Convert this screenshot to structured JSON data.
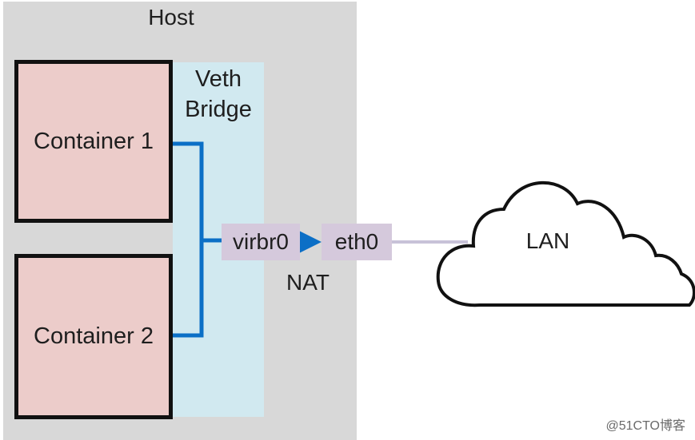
{
  "diagram": {
    "host": {
      "label": "Host"
    },
    "veth_bridge": {
      "label_line1": "Veth",
      "label_line2": "Bridge"
    },
    "containers": [
      {
        "label": "Container 1"
      },
      {
        "label": "Container 2"
      }
    ],
    "interfaces": {
      "bridge": {
        "label": "virbr0"
      },
      "physical": {
        "label": "eth0"
      }
    },
    "nat": {
      "label": "NAT"
    },
    "network": {
      "label": "LAN"
    },
    "colors": {
      "host_bg": "#d8d8d8",
      "veth_bg": "#d1e9f0",
      "container_bg": "#ecccca",
      "interface_bg": "#d5c9dc",
      "link_blue": "#0b6fc6",
      "lan_link": "#c8c2d8"
    }
  },
  "watermark": "@51CTO博客"
}
